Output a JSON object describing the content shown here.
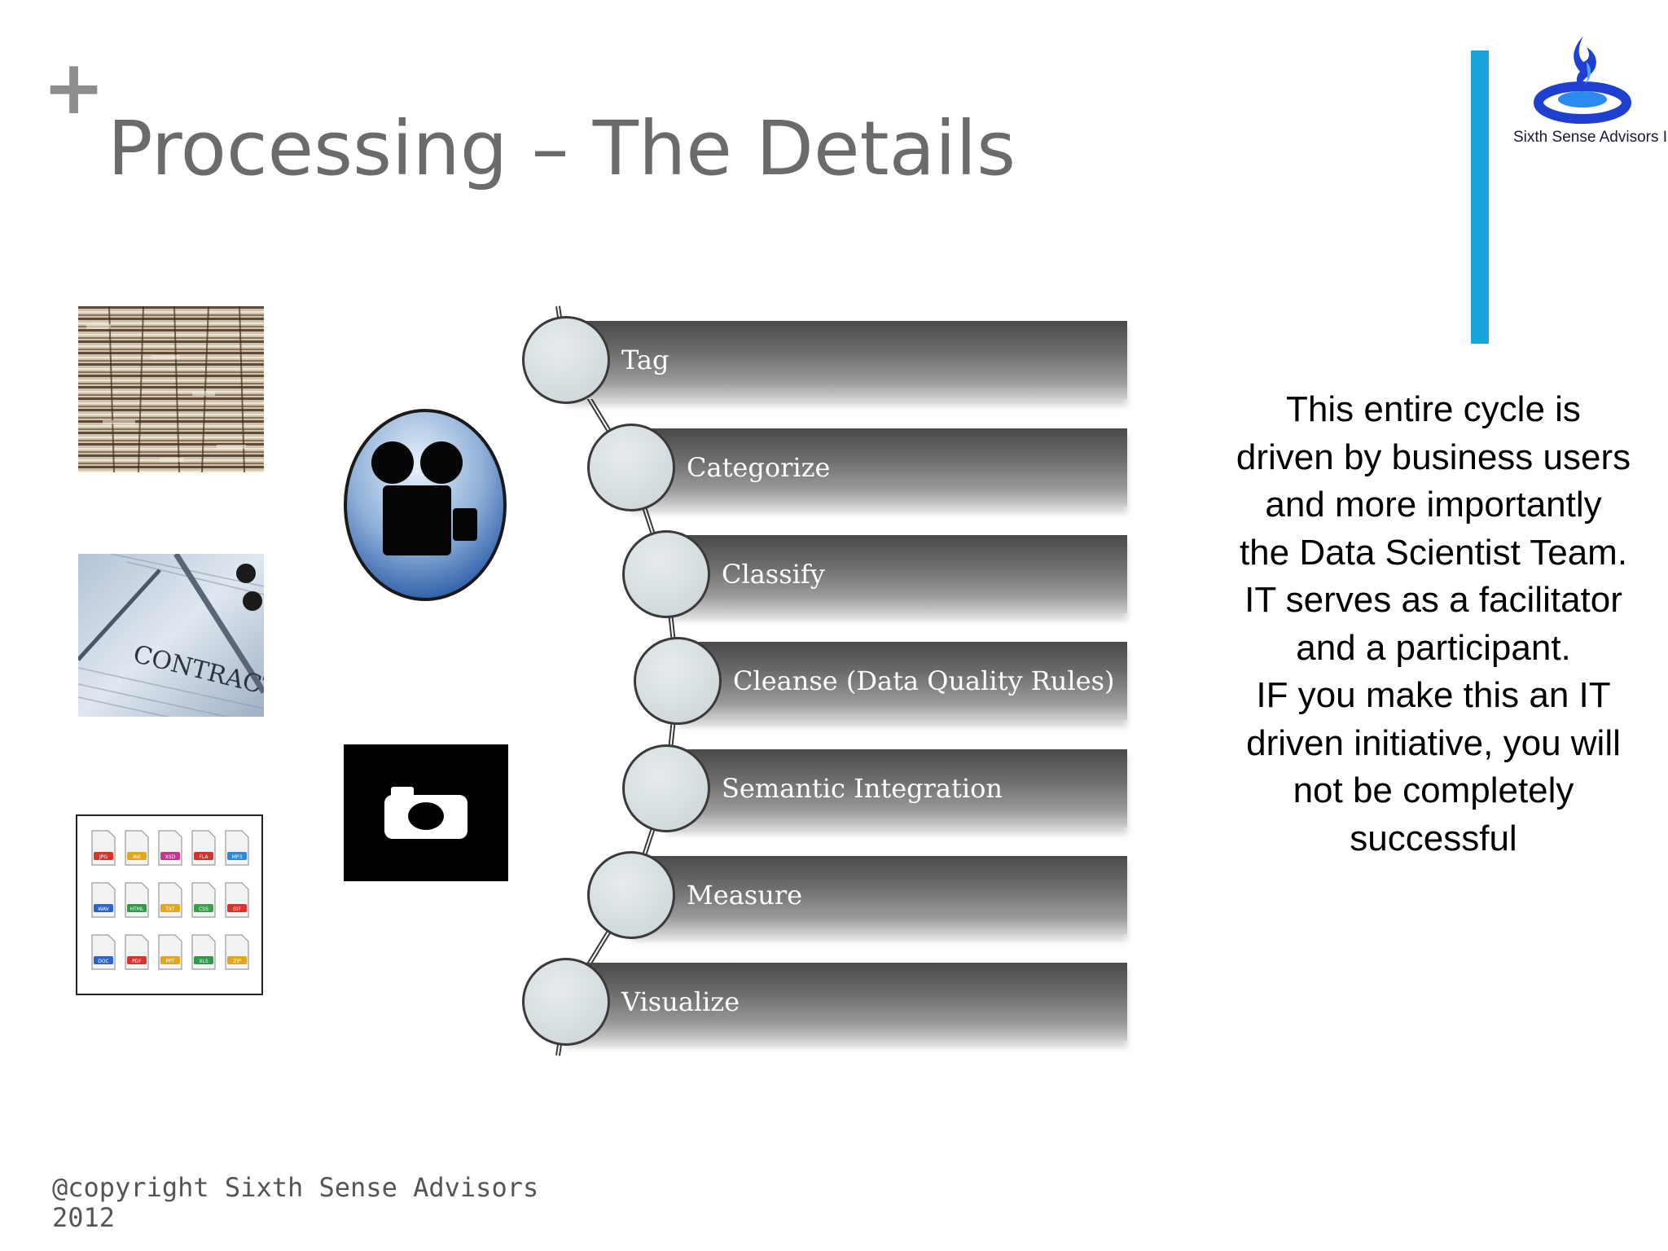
{
  "slide": {
    "title": "Processing – The Details",
    "accent_color": "#1aa3dd",
    "logo": {
      "name": "sixth-sense-logo",
      "text": "Sixth Sense Advisors Inc.",
      "colors": [
        "#1e3fd0",
        "#2a8af0"
      ]
    },
    "images": [
      {
        "name": "stacked-papers-image"
      },
      {
        "name": "contract-image",
        "text": "CONTRACT"
      },
      {
        "name": "file-types-image",
        "file_types": [
          "JPG",
          "AVI",
          "XSD",
          "FLA",
          "MP3",
          "WAV",
          "HTML",
          "TXT",
          "CSS",
          "GIF",
          "DOC",
          "PDF",
          "PPT",
          "XLS",
          "ZIP"
        ]
      }
    ],
    "icons": [
      "video-camera-icon",
      "camera-icon"
    ],
    "process_steps": [
      {
        "label": "Tag"
      },
      {
        "label": "Categorize"
      },
      {
        "label": "Classify"
      },
      {
        "label": "Cleanse (Data Quality Rules)"
      },
      {
        "label": "Semantic Integration"
      },
      {
        "label": "Measure"
      },
      {
        "label": "Visualize"
      }
    ],
    "side_text_lines": [
      "This entire cycle is",
      "driven by business users",
      "and more importantly",
      "the Data Scientist Team.",
      "IT serves as a facilitator",
      "and a participant.",
      "IF you make this an IT",
      "driven initiative, you will",
      "not be completely",
      "successful"
    ],
    "copyright_lines": [
      "@copyright Sixth Sense Advisors",
      "2012"
    ]
  }
}
